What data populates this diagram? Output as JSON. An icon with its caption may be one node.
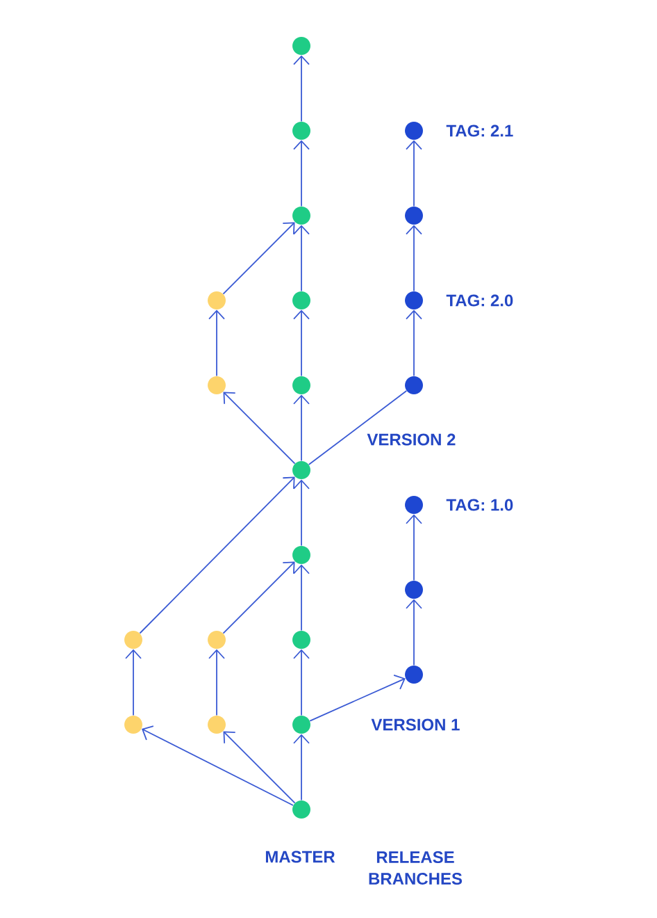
{
  "diagram": {
    "nodes": [
      {
        "text": [],
        "shape": "circle"
      },
      {
        "text": [],
        "shape": "circle"
      },
      {
        "text": [],
        "shape": "circle",
        "beside": [
          "TAG: 2.1"
        ]
      },
      {
        "text": [],
        "shape": "circle"
      },
      {
        "text": [],
        "shape": "circle"
      },
      {
        "text": [],
        "shape": "circle"
      },
      {
        "text": [],
        "shape": "circle"
      },
      {
        "text": [],
        "shape": "circle",
        "beside": [
          "TAG: 2.0"
        ]
      },
      {
        "text": [],
        "shape": "circle"
      },
      {
        "text": [],
        "shape": "circle"
      },
      {
        "text": [],
        "shape": "circle"
      },
      {
        "text": [],
        "shape": "circle"
      },
      {
        "text": [],
        "shape": "circle",
        "beside": [
          "TAG: 1.0"
        ]
      },
      {
        "text": [],
        "shape": "circle"
      },
      {
        "text": [],
        "shape": "circle"
      },
      {
        "text": [],
        "shape": "circle"
      },
      {
        "text": [],
        "shape": "circle"
      },
      {
        "text": [],
        "shape": "circle"
      },
      {
        "text": [],
        "shape": "circle"
      },
      {
        "text": [],
        "shape": "circle"
      },
      {
        "text": [],
        "shape": "circle"
      },
      {
        "text": [],
        "shape": "circle"
      },
      {
        "text": [],
        "shape": "circle"
      }
    ],
    "edges": [
      {
        "from": 22,
        "to": 21,
        "arrow": "to"
      },
      {
        "from": 21,
        "to": 17,
        "arrow": "to"
      },
      {
        "from": 17,
        "to": 13,
        "arrow": "to"
      },
      {
        "from": 13,
        "to": 11,
        "arrow": "to"
      },
      {
        "from": 11,
        "to": 9,
        "arrow": "to"
      },
      {
        "from": 9,
        "to": 6,
        "arrow": "to"
      },
      {
        "from": 6,
        "to": 3,
        "arrow": "to"
      },
      {
        "from": 3,
        "to": 1,
        "arrow": "to"
      },
      {
        "from": 1,
        "to": 0,
        "arrow": "to"
      },
      {
        "from": 22,
        "to": 19,
        "arrow": "to"
      },
      {
        "from": 22,
        "to": 20,
        "arrow": "to"
      },
      {
        "from": 19,
        "to": 15,
        "arrow": "to"
      },
      {
        "from": 20,
        "to": 16,
        "arrow": "to"
      },
      {
        "from": 15,
        "to": 11,
        "arrow": "to"
      },
      {
        "from": 16,
        "to": 13,
        "arrow": "to"
      },
      {
        "from": 21,
        "to": 18,
        "arrow": "to"
      },
      {
        "from": 18,
        "to": 14,
        "arrow": "to"
      },
      {
        "from": 14,
        "to": 12,
        "arrow": "to"
      },
      {
        "from": 11,
        "to": 8,
        "arrow": "to"
      },
      {
        "from": 11,
        "to": 10,
        "arrow": "none"
      },
      {
        "from": 8,
        "to": 5,
        "arrow": "to"
      },
      {
        "from": 5,
        "to": 3,
        "arrow": "to"
      },
      {
        "from": 10,
        "to": 7,
        "arrow": "to"
      },
      {
        "from": 7,
        "to": 4,
        "arrow": "to"
      },
      {
        "from": 4,
        "to": 2,
        "arrow": "to"
      }
    ],
    "labels": [
      "VERSION 2",
      "VERSION 1",
      "MASTER",
      "RELEASE BRANCHES"
    ]
  }
}
